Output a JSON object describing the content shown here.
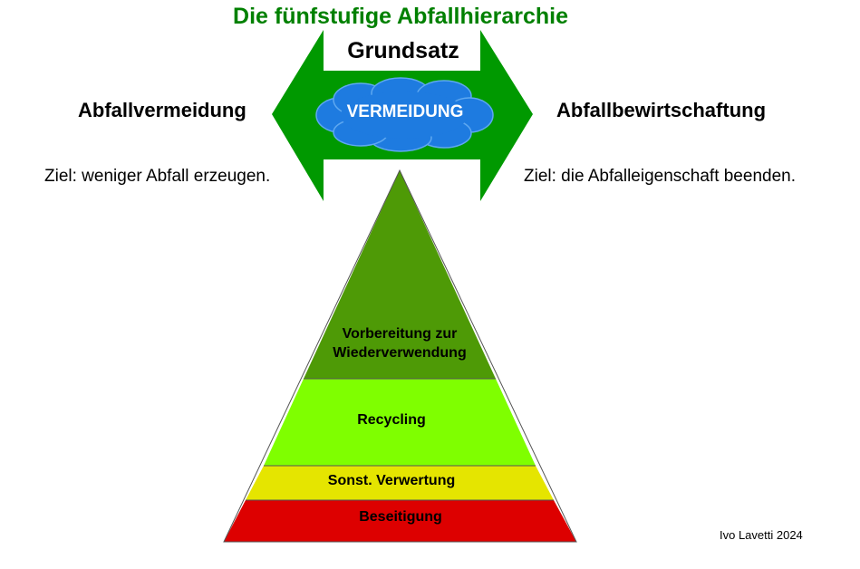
{
  "title": "Die fünfstufige Abfallhierarchie",
  "principle": {
    "heading": "Grundsatz",
    "center_label": "VERMEIDUNG",
    "left_heading": "Abfallvermeidung",
    "left_goal": "Ziel: weniger Abfall erzeugen.",
    "right_heading": "Abfallbewirtschaftung",
    "right_goal": "Ziel: die Abfalleigenschaft beenden."
  },
  "pyramid": {
    "levels": [
      {
        "label": "Vorbereitung zur Wiederverwendung",
        "color": "#4e9a06"
      },
      {
        "label": "Recycling",
        "color": "#7fff00"
      },
      {
        "label": "Sonst. Verwertung",
        "color": "#e5e500"
      },
      {
        "label": "Beseitigung",
        "color": "#dd0000"
      }
    ]
  },
  "credit": "Ivo Lavetti 2024",
  "colors": {
    "title": "#008000",
    "arrow": "#009900",
    "cloud": "#1e7be0",
    "cloud_text": "#ffffff"
  }
}
